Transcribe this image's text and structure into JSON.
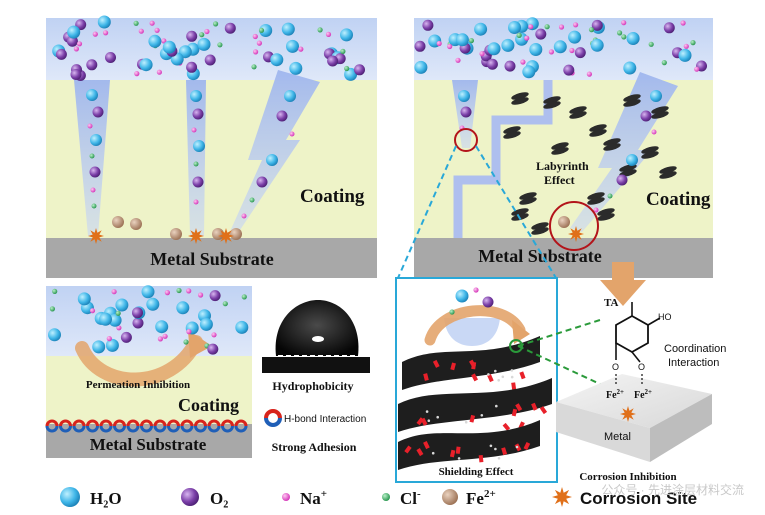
{
  "panel_a": {
    "coating_label": "Coating",
    "substrate_label": "Metal Substrate"
  },
  "panel_b": {
    "coating_label": "Coating",
    "substrate_label": "Metal Substrate",
    "labyrinth_label_line1": "Labyrinth",
    "labyrinth_label_line2": "Effect"
  },
  "panel_c": {
    "permeation_label": "Permeation Inhibition",
    "coating_label": "Coating",
    "substrate_label": "Metal Substrate",
    "hydrophobicity_label": "Hydrophobicity",
    "hbond_label": "H-bond Interaction",
    "adhesion_label": "Strong Adhesion"
  },
  "panel_d": {
    "shielding_label": "Shielding Effect"
  },
  "panel_e": {
    "ta_label": "TA",
    "ho_label": "HO",
    "fe_left": "Fe",
    "fe_right": "Fe",
    "fe_charge": "2+",
    "coordination_line1": "Coordination",
    "coordination_line2": "Interaction",
    "metal_label": "Metal",
    "inhibition_label": "Corrosion Inhibition"
  },
  "legend": {
    "h2o": "H₂O",
    "o2": "O₂",
    "na": "Na",
    "na_sup": "+",
    "cl": "Cl",
    "cl_sup": "-",
    "fe": "Fe",
    "fe_sup": "2+",
    "corrosion": "Corrosion Site"
  },
  "watermark": "公众号 · 先进涂层材料交流",
  "colors": {
    "water_top": "#c9d8f5",
    "coating": "#eef3c8",
    "substrate": "#a9a9a9",
    "h2o": "#3fb6e8",
    "o2": "#7b3fa8",
    "na": "#e03fc6",
    "cl": "#2fae5a",
    "fe": "#b0876a",
    "corrosion": "#e0701a",
    "arrow": "#e3a46b",
    "guide": "#29a8d8",
    "dash_green": "#2a9a3a"
  }
}
